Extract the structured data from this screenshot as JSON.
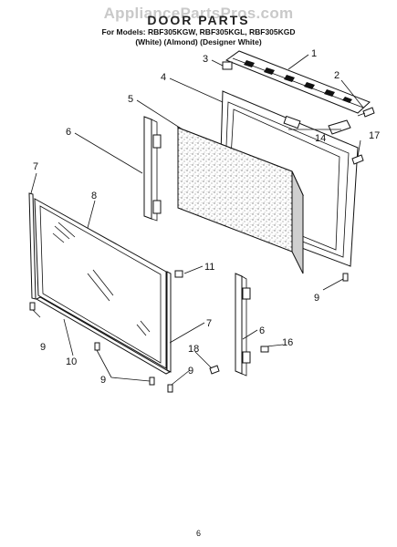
{
  "header": {
    "watermark": "AppliancePartsPros.com",
    "title": "DOOR PARTS",
    "models_line": "For Models: RBF305KGW, RBF305KGL, RBF305KGD",
    "colors_line": "(White)        (Almond)   (Designer White)"
  },
  "callouts": [
    "1",
    "2",
    "3",
    "4",
    "5",
    "6",
    "7",
    "8",
    "9",
    "10",
    "11",
    "14",
    "16",
    "17",
    "18"
  ],
  "footer": {
    "page_number": "6"
  }
}
